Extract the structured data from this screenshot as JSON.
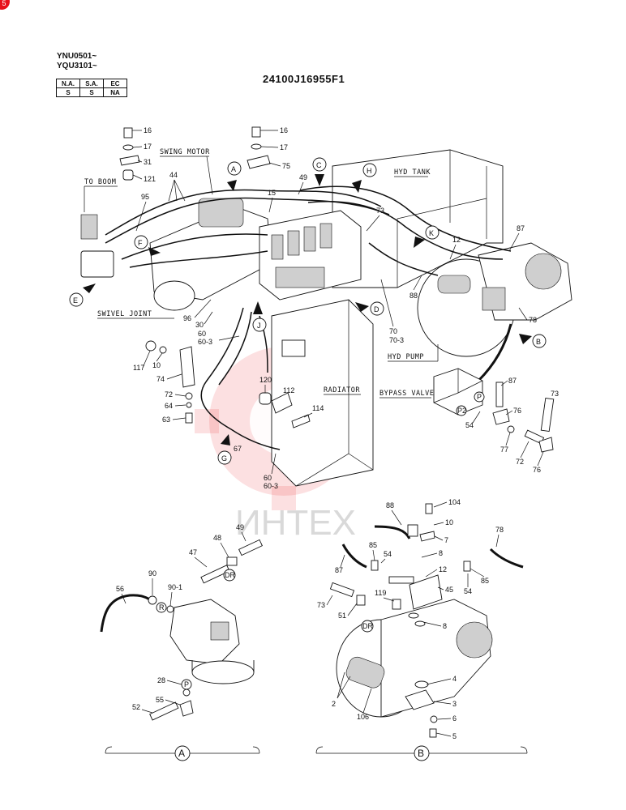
{
  "header": {
    "serial_lines": [
      "YNU0501~",
      "YQU3101~"
    ],
    "drawing_number": "24100J16955F1",
    "code_table": {
      "headers": [
        "N.A.",
        "S.A.",
        "EC"
      ],
      "values": [
        "S",
        "S",
        "NA"
      ]
    },
    "corner_badge": "5"
  },
  "watermark": {
    "text": "ИНТЕХ",
    "color": "#e8111a"
  },
  "component_labels": {
    "swing_motor": "SWING MOTOR",
    "to_boom": "TO BOOM",
    "swivel_joint": "SWIVEL JOINT",
    "hyd_tank": "HYD TANK",
    "hyd_pump": "HYD PUMP",
    "radiator": "RADIATOR",
    "bypass_valve": "BYPASS VALVE"
  },
  "view_markers": [
    "A",
    "B",
    "C",
    "D",
    "E",
    "F",
    "G",
    "H",
    "J",
    "K"
  ],
  "port_markers": {
    "p": "P",
    "p2": "P2",
    "r": "R",
    "dr": "DR"
  },
  "detail_views": {
    "left": "A",
    "right": "B"
  },
  "part_numbers": {
    "main": [
      "16",
      "17",
      "31",
      "121",
      "44",
      "95",
      "16",
      "17",
      "75",
      "15",
      "49",
      "73",
      "87",
      "12",
      "88",
      "78",
      "70",
      "70-3",
      "60",
      "60-3",
      "96",
      "30",
      "117",
      "10",
      "74",
      "72",
      "64",
      "63",
      "120",
      "112",
      "114",
      "67",
      "60",
      "60-3",
      "87",
      "76",
      "73",
      "54",
      "77",
      "72",
      "76"
    ],
    "detail_a": [
      "56",
      "90",
      "90-1",
      "47",
      "48",
      "49",
      "28",
      "55",
      "52"
    ],
    "detail_b": [
      "88",
      "104",
      "10",
      "7",
      "8",
      "87",
      "85",
      "54",
      "12",
      "45",
      "78",
      "85",
      "54",
      "73",
      "119",
      "51",
      "8",
      "4",
      "2",
      "106",
      "3",
      "6",
      "5"
    ]
  }
}
